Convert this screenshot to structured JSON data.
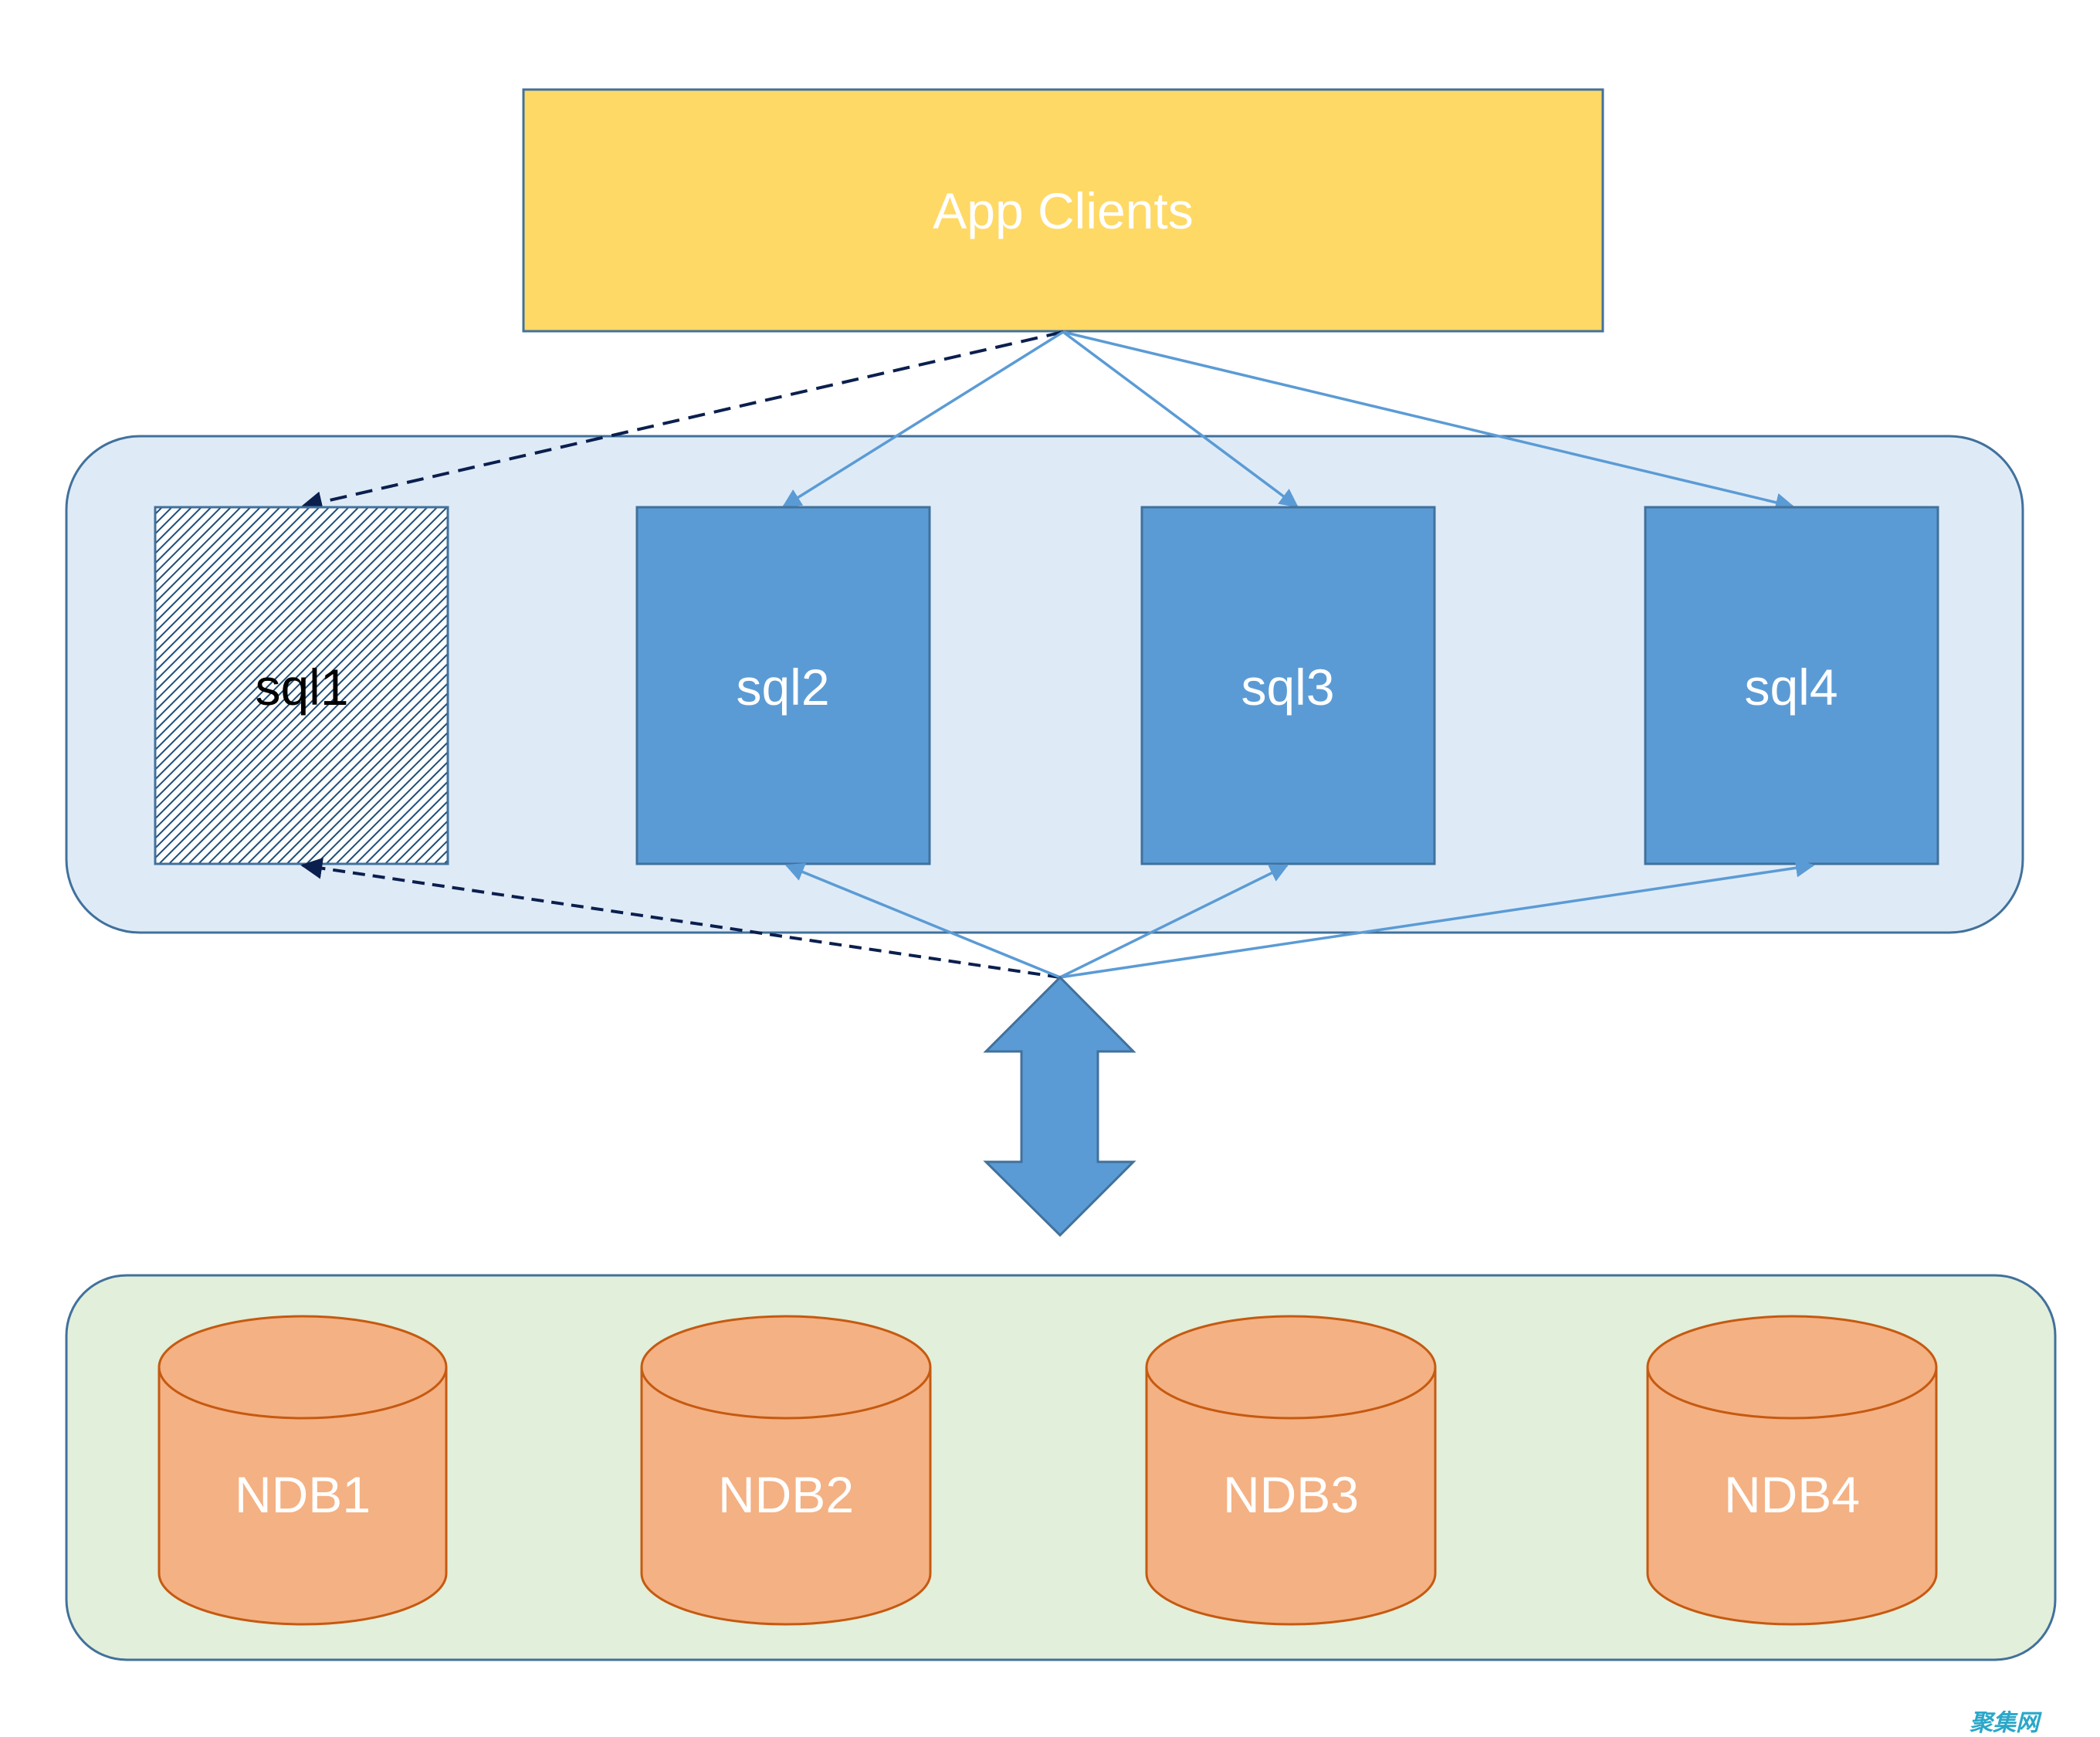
{
  "clients": {
    "label": "App Clients",
    "fill": "#FFD966",
    "stroke": "#41719C"
  },
  "sql_group": {
    "fill": "#DEEBF7",
    "stroke": "#41719C",
    "nodes": [
      {
        "label": "sql1",
        "state": "inactive"
      },
      {
        "label": "sql2",
        "state": "active"
      },
      {
        "label": "sql3",
        "state": "active"
      },
      {
        "label": "sql4",
        "state": "active"
      }
    ],
    "active_fill": "#5B9BD5",
    "inactive_hatch": "#1F4E79"
  },
  "data_group": {
    "fill": "#E2EFDA",
    "stroke": "#41719C",
    "nodes": [
      {
        "label": "NDB1"
      },
      {
        "label": "NDB2"
      },
      {
        "label": "NDB3"
      },
      {
        "label": "NDB4"
      }
    ],
    "node_fill": "#F4B183",
    "node_stroke": "#C55A11"
  },
  "connectors": {
    "active_color": "#5B9BD5",
    "inactive_color": "#0B1F4E"
  },
  "watermark": {
    "text": "聚集网"
  }
}
